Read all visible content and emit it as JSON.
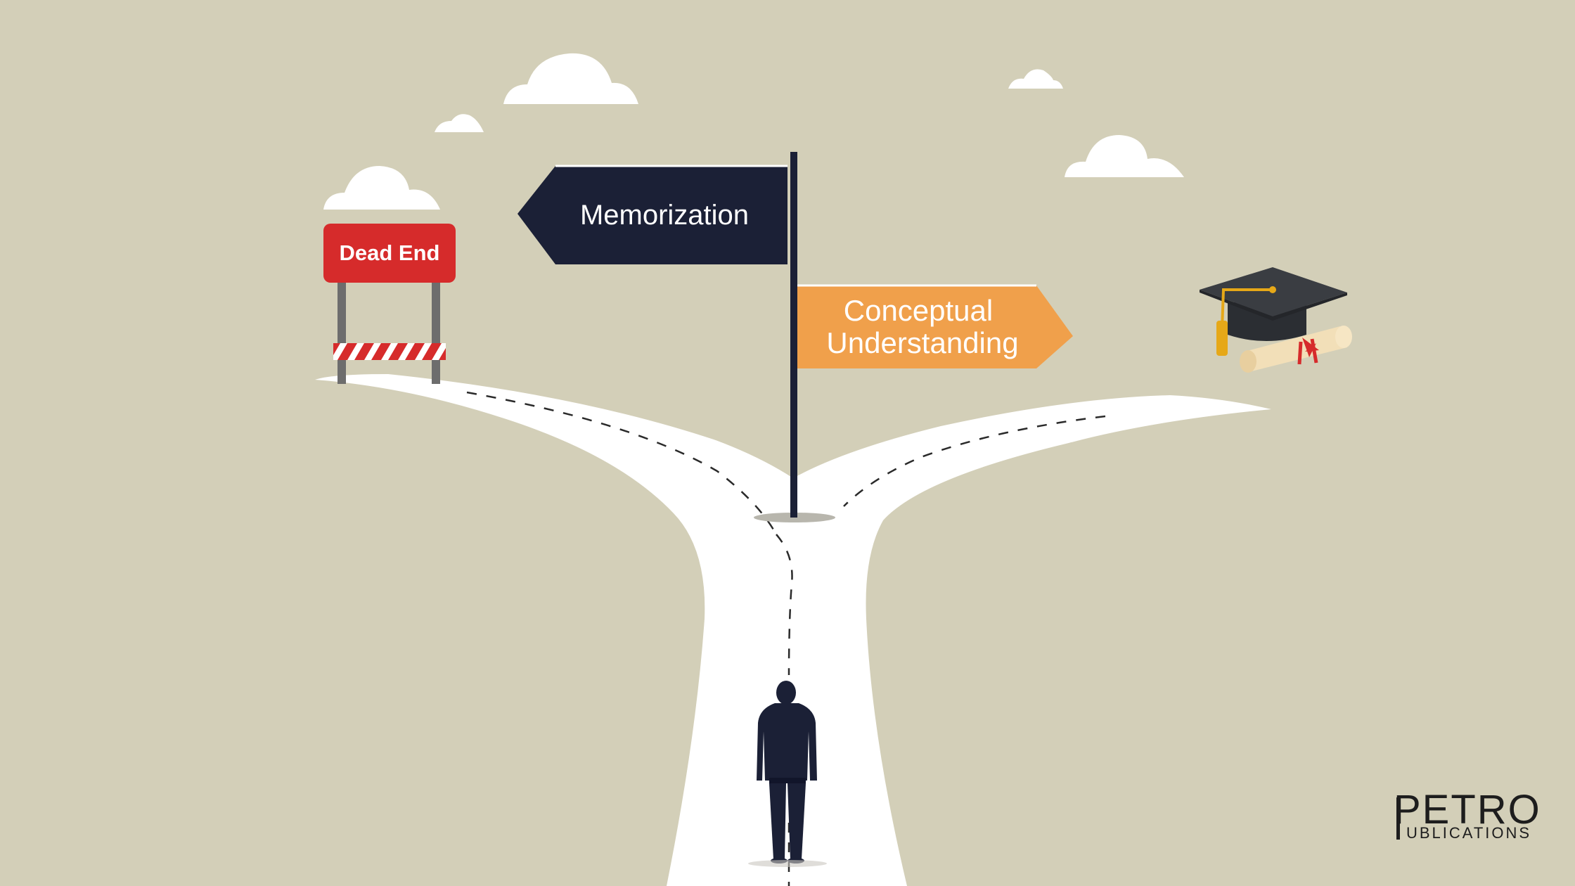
{
  "signs": {
    "left": "Memorization",
    "right_line1": "Conceptual",
    "right_line2": "Understanding",
    "dead_end": "Dead End"
  },
  "logo": {
    "line1": "PETRO",
    "line2": "UBLICATIONS"
  },
  "colors": {
    "background": "#d3cfb8",
    "road": "#ffffff",
    "navy_sign": "#1b2036",
    "orange_sign": "#f0a04b",
    "red_sign": "#d62b2b"
  }
}
